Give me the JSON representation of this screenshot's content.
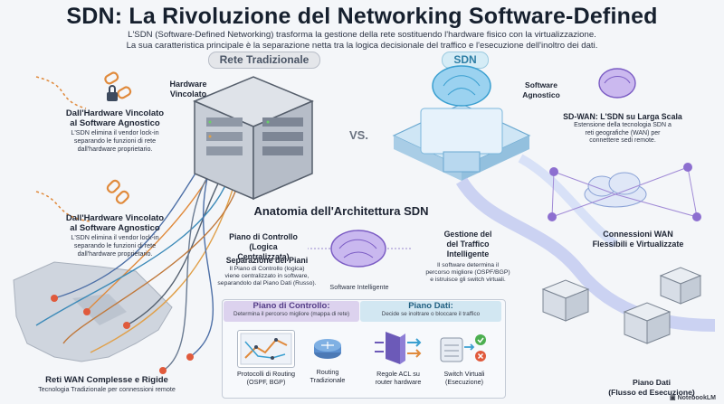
{
  "header": {
    "title": "SDN: La Rivoluzione del Networking Software-Defined",
    "subtitle_line1": "L'SDN (Software-Defined Networking) trasforma la gestione della rete sostituendo l'hardware fisico con la virtualizzazione.",
    "subtitle_line2": "La sua caratteristica principale è la separazione netta tra la logica decisionale del traffico e l'esecuzione dell'inoltro dei dati."
  },
  "sections": {
    "traditional_label": "Rete Tradizionale",
    "sdn_label": "SDN",
    "vs": "VS."
  },
  "left": {
    "block1_title_l1": "Dall'Hardware Vincolato",
    "block1_title_l2": "al Software Agnostico",
    "block1_text_l1": "L'SDN elimina il vendor lock-in",
    "block1_text_l2": "separando le funzioni di rete",
    "block1_text_l3": "dall'hardware proprietario.",
    "block2_title_l1": "Dall'Hardware Vincolato",
    "block2_title_l2": "al Software Agnostico",
    "block2_text_l1": "L'SDN elimina il vendor lock-in",
    "block2_text_l2": "separando le funzioni di rete",
    "block2_text_l3": "dall'hardware proprietario.",
    "wan_title": "Reti WAN Complesse e Rigide",
    "wan_text": "Tecnologia Tradizionale per connessioni remote"
  },
  "center": {
    "hw_label_l1": "Hardware",
    "hw_label_l2": "Vincolato",
    "sw_label_l1": "Software",
    "sw_label_l2": "Agnostico",
    "anatomy_title": "Anatomia dell'Architettura SDN",
    "control_plane_l1": "Piano di Controllo",
    "control_plane_l2": "(Logica Centralizzata)",
    "separation_title": "Separazione dei Piani",
    "separation_text_l1": "Il Piano di Controllo (logica)",
    "separation_text_l2": "viene centralizzato in software,",
    "separation_text_l3": "separandolo dal Piano Dati (Russo).",
    "intelligent_software": "Software Intelligente",
    "traffic_title_l1": "Gestione del",
    "traffic_title_l2": "del Traffico",
    "traffic_title_l3": "Intelligente",
    "traffic_text_l1": "Il software determina il",
    "traffic_text_l2": "percorso migliore (OSPF/BGP)",
    "traffic_text_l3": "e istruisce gli switch virtuali."
  },
  "panel": {
    "control_header": "Piano di Controllo:",
    "control_sub": "Determina il percorso migliore (mappa di rete)",
    "data_header": "Piano Dati:",
    "data_sub": "Decide se inoltrare o bloccare il traffico",
    "tile1_l1": "Protocolli di Routing",
    "tile1_l2": "(OSPF, BGP)",
    "tile2_l1": "Routing",
    "tile2_l2": "Tradizionale",
    "tile3_l1": "Regole ACL su",
    "tile3_l2": "router hardware",
    "tile4_l1": "Switch Virtuali",
    "tile4_l2": "(Esecuzione)"
  },
  "right": {
    "sdwan_title": "SD-WAN: L'SDN su Larga Scala",
    "sdwan_text_l1": "Estensione della tecnologia SDN a",
    "sdwan_text_l2": "reti geografiche (WAN) per",
    "sdwan_text_l3": "connettere sedi remote.",
    "wan_conn_l1": "Connessioni WAN",
    "wan_conn_l2": "Flessibili e Virtualizzate",
    "data_plane_l1": "Piano Dati",
    "data_plane_l2": "(Flusso ed Esecuzione)",
    "brand": "NotebookLM"
  },
  "colors": {
    "accent_purple": "#7b5cc4",
    "accent_blue": "#3a9fd0",
    "cable_orange": "#e08a3c"
  }
}
